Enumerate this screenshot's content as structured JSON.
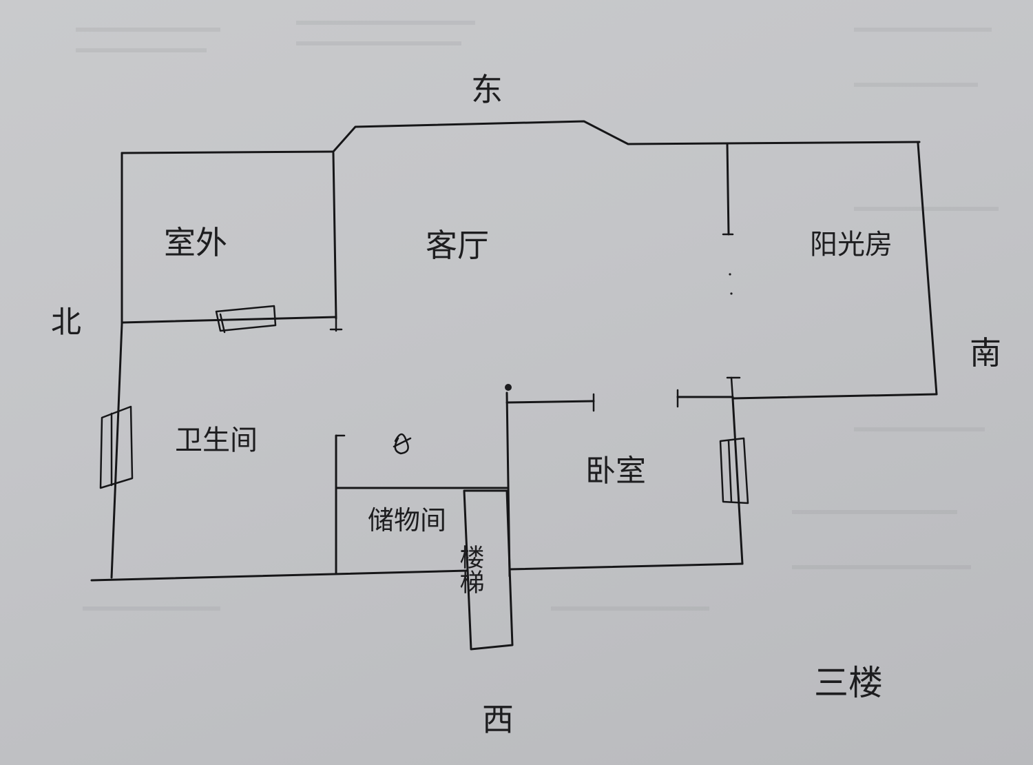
{
  "compass": {
    "north": "北",
    "east": "东",
    "south": "南",
    "west": "西"
  },
  "floor_label": "三楼",
  "rooms": {
    "outdoor": "室外",
    "living_room": "客厅",
    "sunroom": "阳光房",
    "bathroom": "卫生间",
    "bedroom": "卧室",
    "storage": "储物间",
    "stairs": "楼梯"
  },
  "colors": {
    "ink": "#161618",
    "paper": "#c6c7ca"
  }
}
